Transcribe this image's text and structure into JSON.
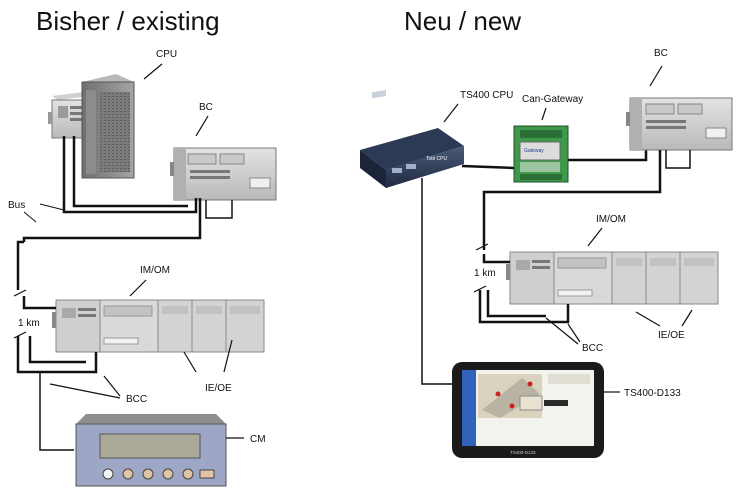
{
  "sections": {
    "left_title": "Bisher / existing",
    "right_title": "Neu / new"
  },
  "left_labels": {
    "cpu": "CPU",
    "bc": "BC",
    "bus": "Bus",
    "imom": "IM/OM",
    "km": "1 km",
    "ieoe": "IE/OE",
    "bcc": "BCC",
    "cm": "CM"
  },
  "right_labels": {
    "ts400cpu": "TS400 CPU",
    "gateway": "Can-Gateway",
    "bc": "BC",
    "imom": "IM/OM",
    "km": "1 km",
    "ieoe": "IE/OE",
    "bcc": "BCC",
    "display": "TS400-D133"
  },
  "device_text": {
    "cpu_brand": "Tobl CPU",
    "gateway_brand": "Gateway",
    "tablet_brand": "TS400-D133"
  },
  "colors": {
    "line": "#111111",
    "module_face": "#d3d3d3",
    "module_shadow": "#9a9a9a",
    "cpu_tower": "#8a8a8a",
    "cm_panel": "#9da6c4",
    "lcd": "#aaa99a",
    "gateway_green": "#3e9a4a",
    "tablet_frame": "#1b1b1b"
  }
}
